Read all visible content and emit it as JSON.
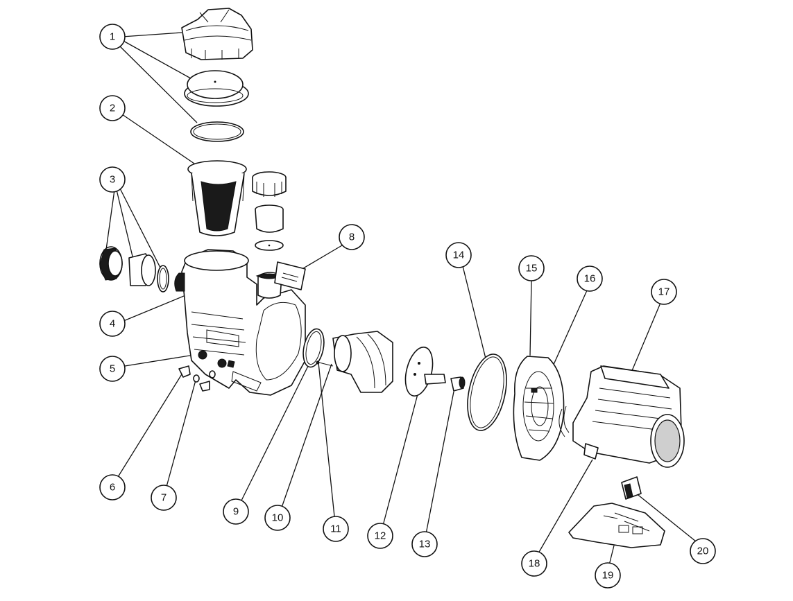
{
  "diagram": {
    "callouts": [
      {
        "id": "1",
        "label": "1"
      },
      {
        "id": "2",
        "label": "2"
      },
      {
        "id": "3",
        "label": "3"
      },
      {
        "id": "4",
        "label": "4"
      },
      {
        "id": "5",
        "label": "5"
      },
      {
        "id": "6",
        "label": "6"
      },
      {
        "id": "7",
        "label": "7"
      },
      {
        "id": "8",
        "label": "8"
      },
      {
        "id": "9",
        "label": "9"
      },
      {
        "id": "10",
        "label": "10"
      },
      {
        "id": "11",
        "label": "11"
      },
      {
        "id": "12",
        "label": "12"
      },
      {
        "id": "13",
        "label": "13"
      },
      {
        "id": "14",
        "label": "14"
      },
      {
        "id": "15",
        "label": "15"
      },
      {
        "id": "16",
        "label": "16"
      },
      {
        "id": "17",
        "label": "17"
      },
      {
        "id": "18",
        "label": "18"
      },
      {
        "id": "19",
        "label": "19"
      },
      {
        "id": "20",
        "label": "20"
      }
    ],
    "colors": {
      "line": "#111111",
      "fill": "#ffffff",
      "shade": "#1a1a1a"
    }
  }
}
